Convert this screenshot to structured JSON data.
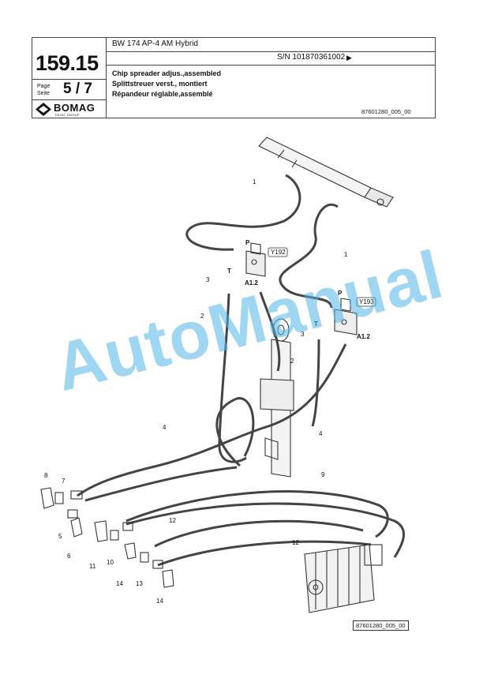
{
  "header": {
    "page_number": "159.15",
    "page_label_en": "Page",
    "page_label_de": "Seite",
    "page_fraction": "5 / 7",
    "brand": "BOMAG",
    "brand_sub": "FAYAT GROUP",
    "model": "BW 174 AP-4 AM Hybrid",
    "serial": "S/N 101870361002",
    "serial_arrow": "▶",
    "title_en": "Chip spreader adjus.,assembled",
    "title_de": "Splittstreuer verst., montiert",
    "title_fr": "Répandeur réglable,assemblé",
    "doc_ref": "87601280_005_00"
  },
  "diagram": {
    "callouts": [
      "1",
      "1",
      "2",
      "2",
      "3",
      "3",
      "4",
      "4",
      "5",
      "6",
      "7",
      "8",
      "9",
      "10",
      "11",
      "12",
      "12",
      "13",
      "14",
      "14"
    ],
    "valve_labels": [
      "Y192",
      "Y193"
    ],
    "port_labels": [
      "P",
      "T",
      "A1.2",
      "P",
      "T",
      "A1.2"
    ],
    "figure_ref": "87601280_005_00"
  },
  "watermark": "AutoManual"
}
